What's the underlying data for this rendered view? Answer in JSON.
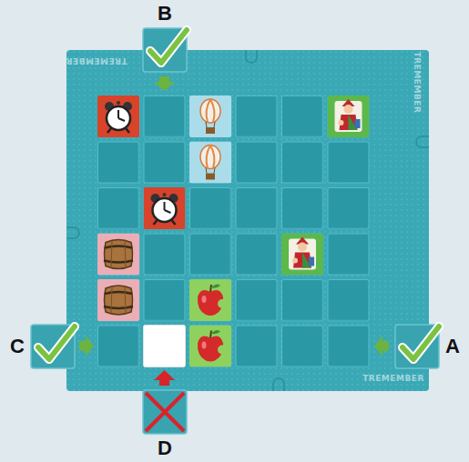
{
  "diagram": {
    "nodes": [
      {
        "text": [
          "B"
        ]
      },
      {
        "text": [
          "C"
        ]
      },
      {
        "text": [
          "A"
        ]
      },
      {
        "text": [
          "D"
        ]
      }
    ],
    "labels": [
      "TREMEMBER",
      "TREMEMBER",
      "TREMEMBER"
    ]
  }
}
